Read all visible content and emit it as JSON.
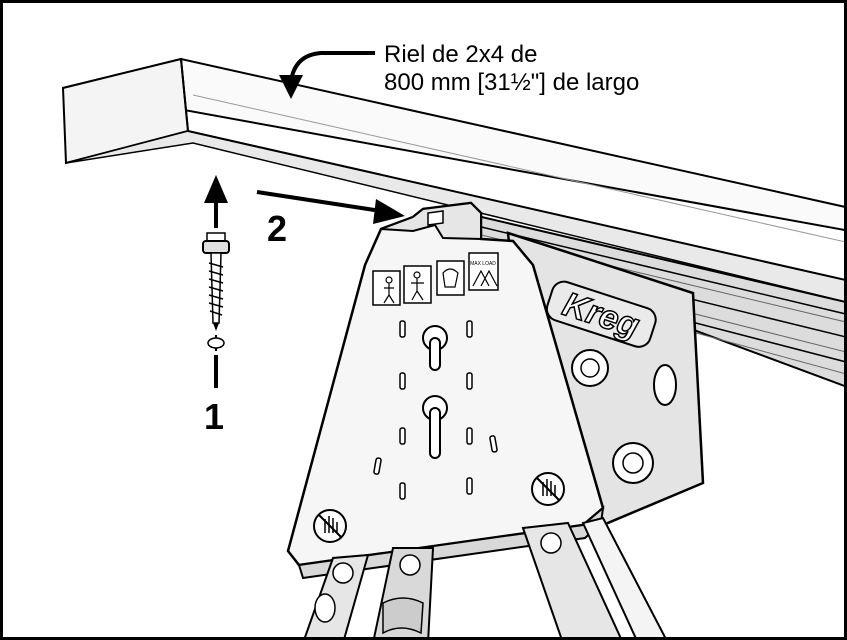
{
  "callout": {
    "line1": "Riel de 2x4 de",
    "line2": "800 mm [31½\"] de largo"
  },
  "steps": {
    "one": "1",
    "two": "2"
  },
  "brand": {
    "logo_text": "Kreg"
  },
  "label_icons": {
    "warning_small_text": "MAX LOAD"
  },
  "colors": {
    "line": "#000000",
    "fill_light": "#ffffff",
    "fill_shade": "#e6e6e6",
    "fill_dark": "#cfcfcf"
  }
}
